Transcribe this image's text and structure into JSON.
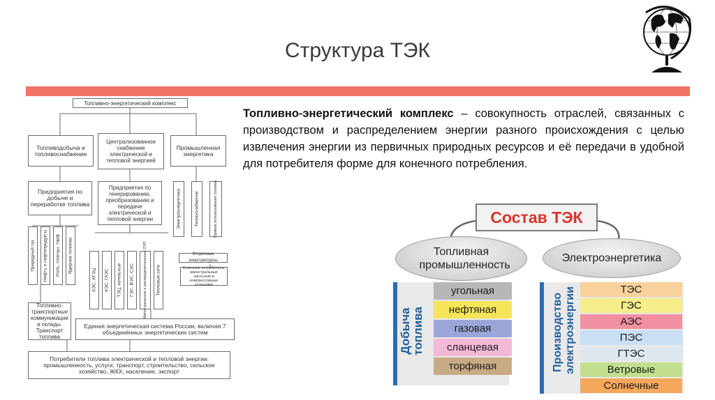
{
  "slide": {
    "title": "Структура ТЭК",
    "definition_term": "Топливно-энергетический комплекс",
    "definition_dash": " – ",
    "definition_text": "совокупность отраслей, связанных с производством и распределением энергии разного происхождения с целью извлечения энергии из первичных природных ресурсов и её передачи в удобной для потребителя форме для конечного потребления.",
    "accent_color": "#ef7463"
  },
  "scheme": {
    "top": "Топливно-энергетический комплекс",
    "level1": [
      "Топливодобыча и топливоснабжение",
      "Централизованное снабжение электрической и тепловой энергией",
      "Промышленная энергетика"
    ],
    "level2": [
      "Предприятия по добыче и переработке топлива",
      "Предприятия по генерированию, преобразованию и передаче электрической и тепловой энергии"
    ],
    "fuel_items": [
      "Природный газ",
      "Нефть и нефтепродукты",
      "Уголь, сланцы, торф",
      "Ядерное топливо"
    ],
    "energy_items": [
      "АЭС, АТЭЦ",
      "КЭС, ГАЭС",
      "ТЭЦ, котельные",
      "ГЭС, ВЭС, СЭС",
      "Магистральные и распределительные ЛЭП",
      "Тепловые сети"
    ],
    "industry_items": [
      "Электроэнергетика",
      "Теплоснабжение",
      "Прямое использование топлива"
    ],
    "secondary": "Вторичные энергоресурсы",
    "consumers_small": "Конечные потребители, магистральные насосные и компрессорные установки",
    "transport": "Топливно-транспортные коммуникации и склады. Транспорт топлива",
    "ees": "Единая энергетическая система России, включая 7 объединённых энергетических систем",
    "consumers": "Потребители топлива электрической и тепловой энергии: промышленность, услуги, транспорт, строительство, сельское хозяйство, ЖКХ, население, экспорт"
  },
  "sostav": {
    "title": "Состав ТЭК",
    "left_oval": "Топливная промышленность",
    "right_oval": "Электроэнергетика",
    "left_label": "Добыча топлива",
    "right_label": "Производство электроэнергии",
    "left_items": [
      {
        "label": "угольная",
        "color": "#b7b7b7"
      },
      {
        "label": "нефтяная",
        "color": "#f6e45a"
      },
      {
        "label": "газовая",
        "color": "#9aa6d8"
      },
      {
        "label": "сланцевая",
        "color": "#f4b9d6"
      },
      {
        "label": "торфяная",
        "color": "#c8aa85"
      }
    ],
    "right_items": [
      {
        "label": "ТЭС",
        "color": "#f8d29a"
      },
      {
        "label": "ГЭС",
        "color": "#f6ee8a"
      },
      {
        "label": "АЭС",
        "color": "#f28fa0"
      },
      {
        "label": "ПЭС",
        "color": "#c9e0f4"
      },
      {
        "label": "ГТЭС",
        "color": "#dfe7ee"
      },
      {
        "label": "Ветровые",
        "color": "#c2df8f"
      },
      {
        "label": "Солнечные",
        "color": "#f5a85c"
      }
    ]
  }
}
